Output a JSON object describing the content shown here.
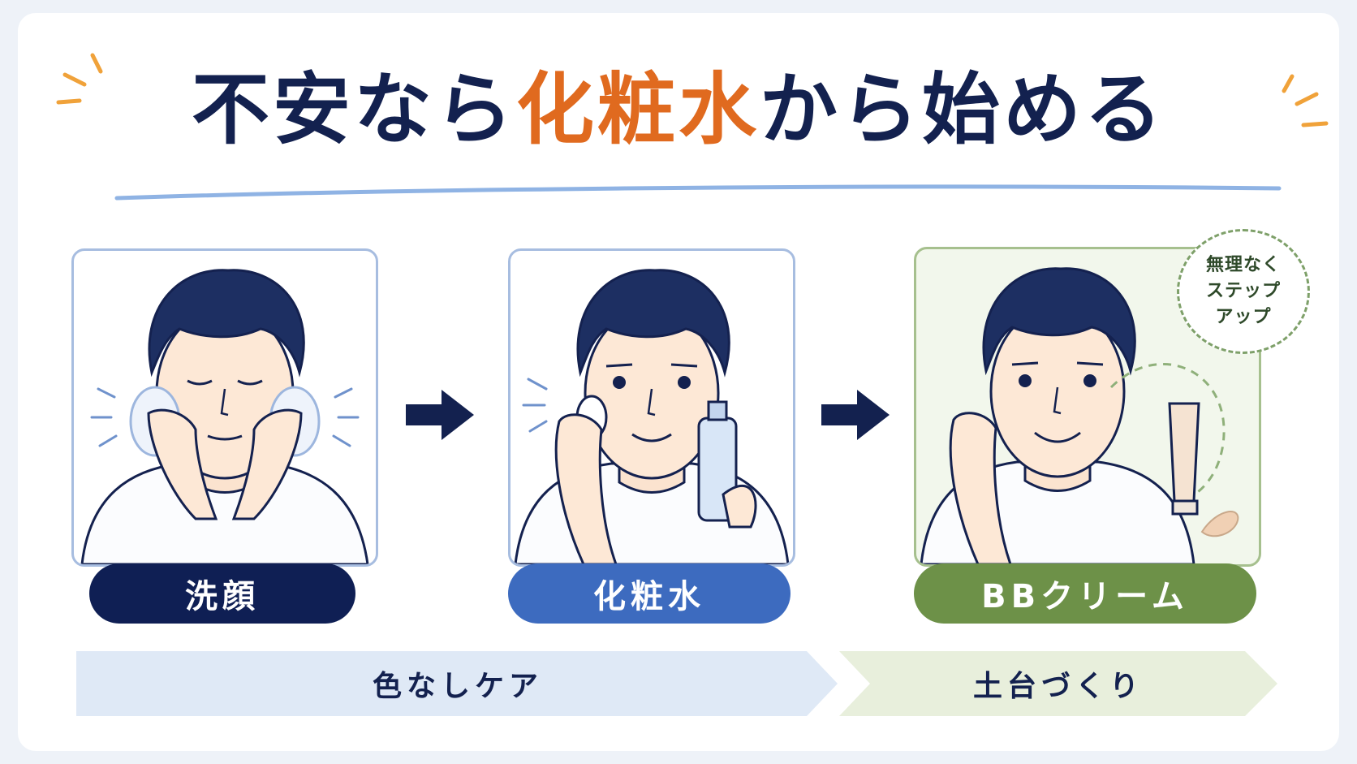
{
  "title": {
    "part1": "不安なら",
    "accent": "化粧水",
    "part2": "から始める"
  },
  "steps": [
    {
      "label": "洗顔",
      "color": "#0f1f54"
    },
    {
      "label": "化粧水",
      "color": "#3d6bbf"
    },
    {
      "label": "BBクリーム",
      "color": "#6d9148"
    }
  ],
  "badge": {
    "line1": "無理なく",
    "line2": "ステップ",
    "line3": "アップ"
  },
  "phases": [
    {
      "label": "色なしケア",
      "color": "#dfe9f6"
    },
    {
      "label": "土台づくり",
      "color": "#e8efdc"
    }
  ],
  "colors": {
    "navy": "#13214f",
    "orange": "#e06a1f",
    "green": "#7ea069",
    "blue_border": "#a7bde0"
  }
}
